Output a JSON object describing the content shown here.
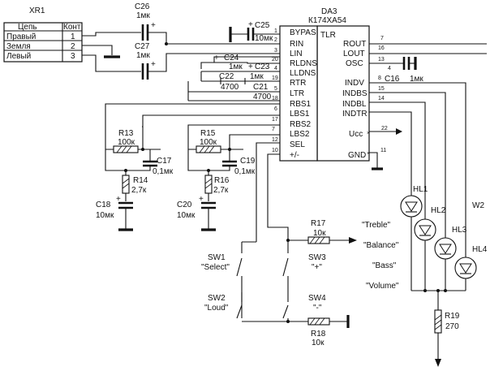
{
  "connector": {
    "ref": "XR1",
    "col_circuit": "Цепь",
    "col_contact": "Конт",
    "rows": [
      {
        "circuit": "Правый",
        "contact": "1"
      },
      {
        "circuit": "Земля",
        "contact": "2"
      },
      {
        "circuit": "Левый",
        "contact": "3"
      }
    ]
  },
  "chip": {
    "ref": "DA3",
    "part": "К174ХА54",
    "mark": "TLR",
    "left_pins": [
      {
        "name": "BYPAS",
        "num": "1"
      },
      {
        "name": "RIN",
        "num": "2"
      },
      {
        "name": "LIN",
        "num": "3"
      },
      {
        "name": "RLDNS",
        "num": "20"
      },
      {
        "name": "LLDNS",
        "num": "4"
      },
      {
        "name": "RTR",
        "num": "19"
      },
      {
        "name": "LTR",
        "num": "5"
      },
      {
        "name": "RBS1",
        "num": "18"
      },
      {
        "name": "LBS1",
        "num": "6"
      },
      {
        "name": "RBS2",
        "num": "17"
      },
      {
        "name": "LBS2",
        "num": "7"
      },
      {
        "name": "SEL",
        "num": "12"
      },
      {
        "name": "+/-",
        "num": "10"
      }
    ],
    "right_pins": [
      {
        "name": "ROUT",
        "num": "7"
      },
      {
        "name": "LOUT",
        "num": "16"
      },
      {
        "name": "OSC",
        "num": "13"
      },
      {
        "name": "INDV",
        "num": "8"
      },
      {
        "name": "INDBS",
        "num": "15"
      },
      {
        "name": "INDBL",
        "num": "14"
      },
      {
        "name": "INDTR",
        "num": ""
      },
      {
        "name": "Ucc",
        "num": "22"
      },
      {
        "name": "GND",
        "num": "11"
      }
    ],
    "osc_cap_pin": "4"
  },
  "capacitors": [
    {
      "ref": "C26",
      "value": "1мк"
    },
    {
      "ref": "C27",
      "value": "1мк"
    },
    {
      "ref": "C25",
      "value": "10мк"
    },
    {
      "ref": "C24",
      "value": "1мк"
    },
    {
      "ref": "C23",
      "value": "1мк"
    },
    {
      "ref": "C22",
      "value": "4700"
    },
    {
      "ref": "C21",
      "value": "4700"
    },
    {
      "ref": "C16",
      "value": "1мк"
    },
    {
      "ref": "C17",
      "value": "0,1мк"
    },
    {
      "ref": "C19",
      "value": "0,1мк"
    },
    {
      "ref": "C18",
      "value": "10мк"
    },
    {
      "ref": "C20",
      "value": "10мк"
    }
  ],
  "resistors": [
    {
      "ref": "R13",
      "value": "100к"
    },
    {
      "ref": "R15",
      "value": "100к"
    },
    {
      "ref": "R14",
      "value": "2,7к"
    },
    {
      "ref": "R16",
      "value": "2,7к"
    },
    {
      "ref": "R17",
      "value": "10к"
    },
    {
      "ref": "R18",
      "value": "10к"
    },
    {
      "ref": "R19",
      "value": "270"
    }
  ],
  "switches": [
    {
      "ref": "SW1",
      "label": "\"Select\""
    },
    {
      "ref": "SW3",
      "label": "\"+\""
    },
    {
      "ref": "SW2",
      "label": "\"Loud\""
    },
    {
      "ref": "SW4",
      "label": "\"-\""
    }
  ],
  "leds": [
    {
      "ref": "HL1",
      "label": "\"Treble\""
    },
    {
      "ref": "HL2",
      "label": "\"Balance\""
    },
    {
      "ref": "HL3",
      "label": "\"Bass\""
    },
    {
      "ref": "HL4",
      "label": "\"Volume\""
    }
  ],
  "jumper": "W2",
  "plus_sign": "+"
}
